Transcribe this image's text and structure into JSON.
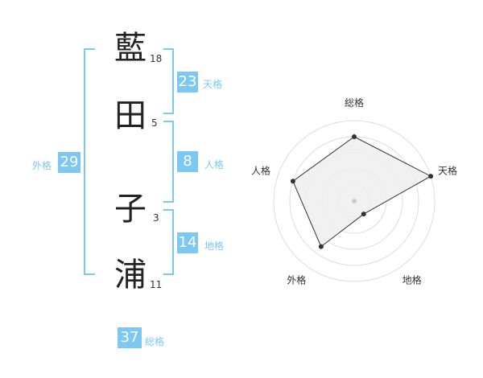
{
  "name_chars": [
    {
      "char": "藍",
      "strokes": "18"
    },
    {
      "char": "田",
      "strokes": "5"
    },
    {
      "char": "子",
      "strokes": "3"
    },
    {
      "char": "浦",
      "strokes": "11"
    }
  ],
  "fortune": {
    "tenkaku": {
      "value": "23",
      "label": "天格"
    },
    "jinkaku": {
      "value": "8",
      "label": "人格"
    },
    "chikaku": {
      "value": "14",
      "label": "地格"
    },
    "gaikaku": {
      "value": "29",
      "label": "外格"
    },
    "soukaku": {
      "value": "37",
      "label": "総格"
    }
  },
  "chart_data": {
    "type": "radar",
    "axes": [
      "総格",
      "天格",
      "地格",
      "外格",
      "人格"
    ],
    "values": [
      4,
      5,
      1,
      3.5,
      4
    ],
    "max": 5,
    "rings": 5,
    "colors": {
      "fill": "#eeeeee",
      "stroke": "#333333",
      "ring": "#dddddd",
      "center": "#cccccc"
    }
  }
}
